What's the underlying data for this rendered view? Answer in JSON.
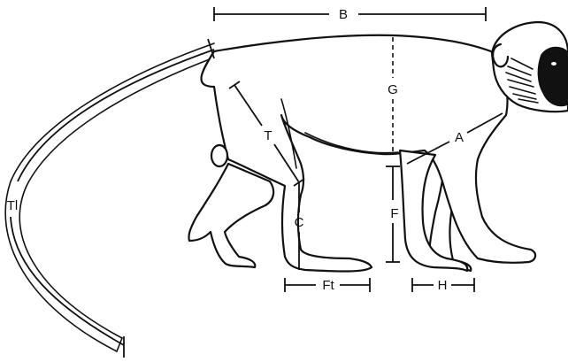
{
  "figure": {
    "labels": {
      "B": "B",
      "G": "G",
      "T": "T",
      "A": "A",
      "C": "C",
      "F": "F",
      "Tl": "Tl",
      "Ft": "Ft",
      "H": "H"
    },
    "colors": {
      "ink": "#111111",
      "background": "#ffffff"
    }
  }
}
